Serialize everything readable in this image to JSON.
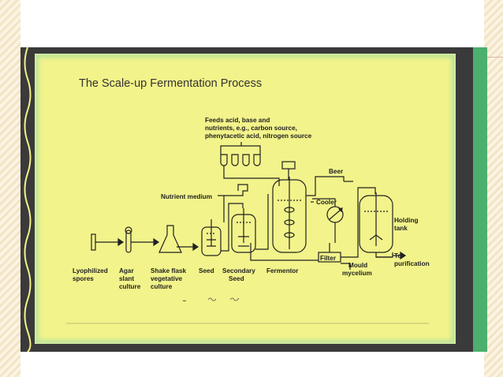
{
  "title": "The Scale-up Fermentation Process",
  "feeds_lines": [
    "Feeds acid, base and",
    "nutrients, e.g., carbon source,",
    "phenytacetic acid, nitrogen source"
  ],
  "labels": {
    "beer": "Beer",
    "nutrient_medium": "Nutrient medium",
    "cooler": "Cooler",
    "holding_tank_1": "Holding",
    "holding_tank_2": "tank",
    "filter": "Filter",
    "to_1": "To",
    "to_2": "purification",
    "mould_1": "Mould",
    "mould_2": "mycelium"
  },
  "stages": {
    "lyophilized_1": "Lyophilized",
    "lyophilized_2": "spores",
    "agar_1": "Agar",
    "agar_2": "slant",
    "agar_3": "culture",
    "shake_1": "Shake flask",
    "shake_2": "vegetative",
    "shake_3": "culture",
    "seed": "Seed",
    "secondary_1": "Secondary",
    "secondary_2": "Seed",
    "fermentor": "Fermentor"
  },
  "colors": {
    "panel": "#f2f38a",
    "frame": "#3a3a3a",
    "accent_bar": "#4caf6e",
    "ink": "#222222"
  }
}
